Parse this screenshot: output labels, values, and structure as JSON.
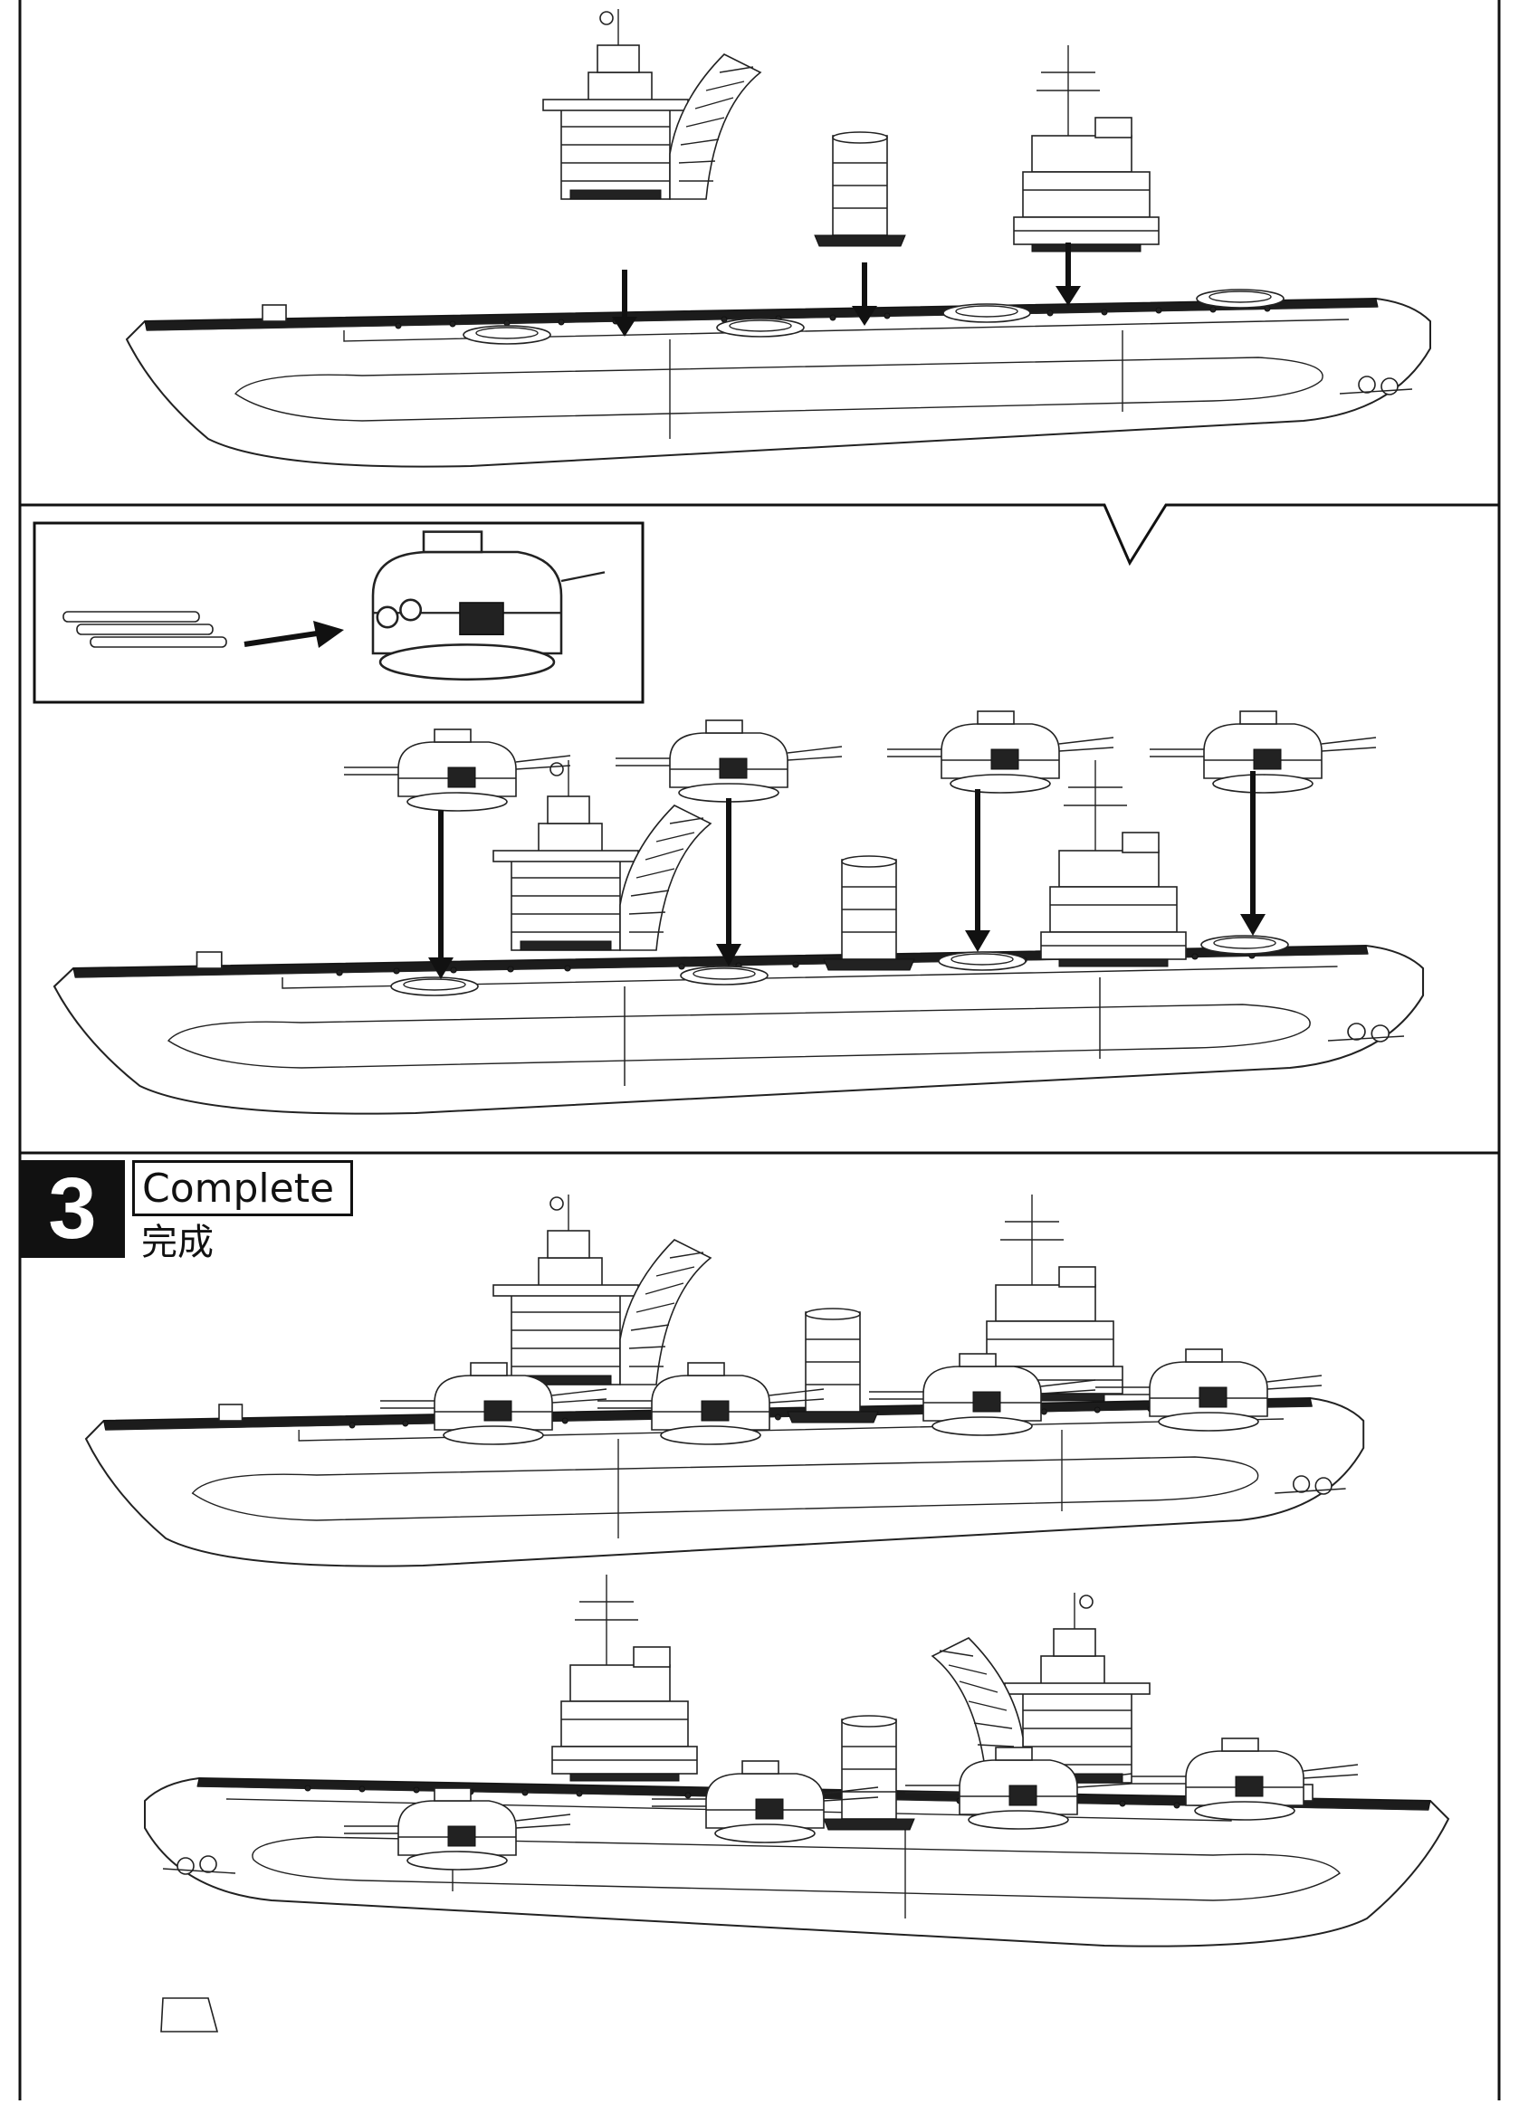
{
  "step": {
    "number": "3",
    "title": "Complete",
    "subtitle": "完成"
  },
  "panels": [
    {
      "id": "bridge-funnel-install",
      "arrows": 3
    },
    {
      "id": "gun-barrel-inset",
      "arrows": 1
    },
    {
      "id": "turret-install",
      "arrows": 4
    },
    {
      "id": "complete-port-view",
      "arrows": 0
    },
    {
      "id": "complete-starboard-view",
      "arrows": 0
    }
  ]
}
